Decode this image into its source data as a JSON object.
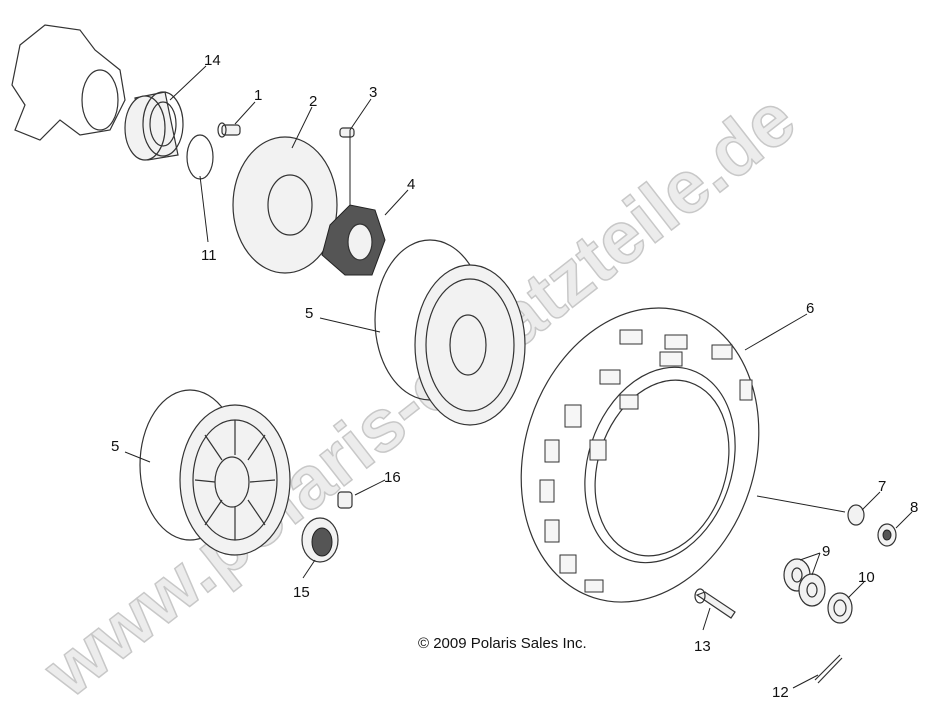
{
  "diagram": {
    "copyright": "© 2009 Polaris Sales Inc.",
    "watermark": "www.polaris-ersatzteile.de",
    "callouts": {
      "c1": "1",
      "c2": "2",
      "c3": "3",
      "c4": "4",
      "c5a": "5",
      "c5b": "5",
      "c6": "6",
      "c7": "7",
      "c8": "8",
      "c9": "9",
      "c10": "10",
      "c11": "11",
      "c12": "12",
      "c13": "13",
      "c14": "14",
      "c15": "15",
      "c16": "16"
    }
  }
}
